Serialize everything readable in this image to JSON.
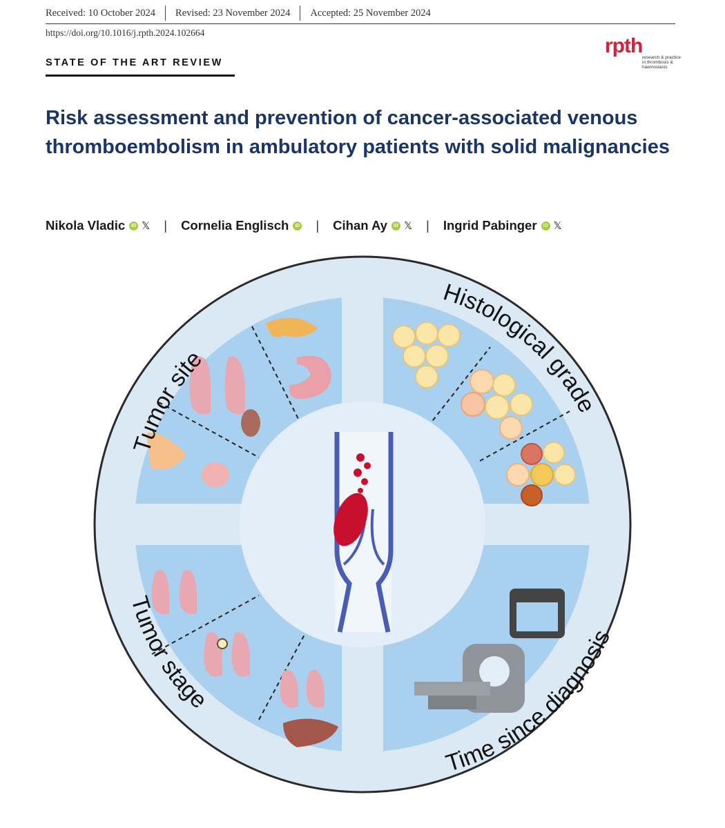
{
  "header": {
    "received": "Received: 10 October 2024",
    "revised": "Revised: 23 November 2024",
    "accepted": "Accepted: 25 November 2024",
    "doi": "https://doi.org/10.1016/j.rpth.2024.102664"
  },
  "section_label": "STATE OF THE ART REVIEW",
  "logo": {
    "main": "rpth",
    "sub": "research & practice in thrombosis & haemostasis"
  },
  "title": "Risk assessment and prevention of cancer-associated venous thromboembolism in ambulatory patients with solid malignancies",
  "authors": [
    {
      "name": "Nikola Vladic",
      "orcid": true,
      "x": true
    },
    {
      "name": "Cornelia Englisch",
      "orcid": true,
      "x": false
    },
    {
      "name": "Cihan Ay",
      "orcid": true,
      "x": true
    },
    {
      "name": "Ingrid Pabinger",
      "orcid": true,
      "x": true
    }
  ],
  "figure": {
    "quadrants": [
      {
        "label": "Tumor site"
      },
      {
        "label": "Histological grade"
      },
      {
        "label": "Tumor stage"
      },
      {
        "label": "Time since diagnosis"
      }
    ],
    "colors": {
      "outer_ring": "#dbe9f5",
      "panel": "#a9d1ef",
      "inner_disc": "#e3eef8",
      "vein": "#4a5db5",
      "clot": "#c8102e"
    }
  }
}
